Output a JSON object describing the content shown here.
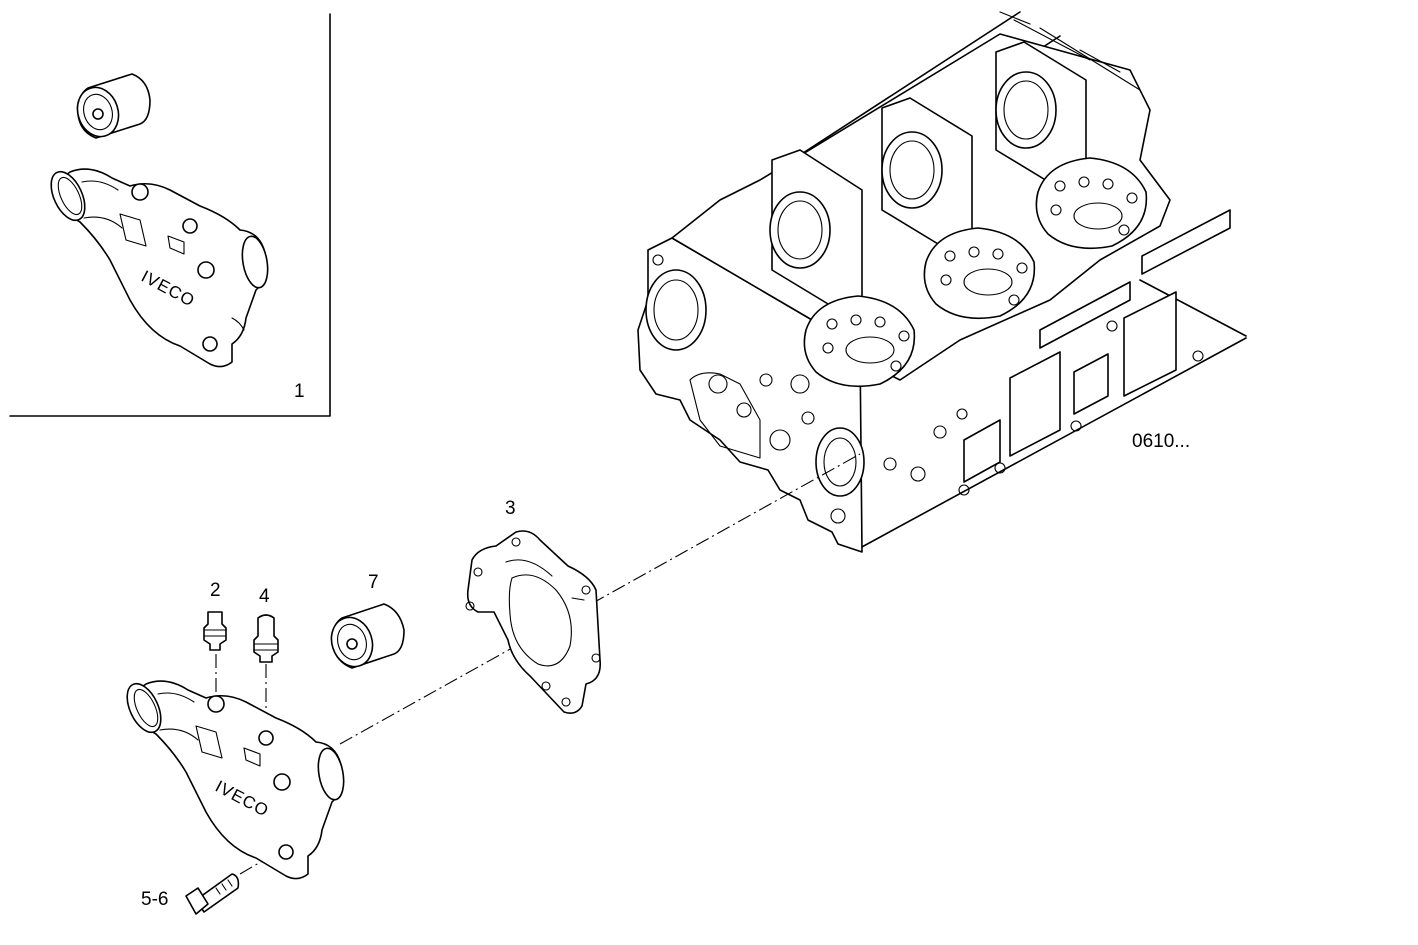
{
  "callouts": {
    "assembly": "1",
    "fitting_a": "2",
    "gasket": "3",
    "fitting_b": "4",
    "screw": "5-6",
    "thermostat": "7"
  },
  "drawing_code": "0610...",
  "housing_brand": "IVECO"
}
